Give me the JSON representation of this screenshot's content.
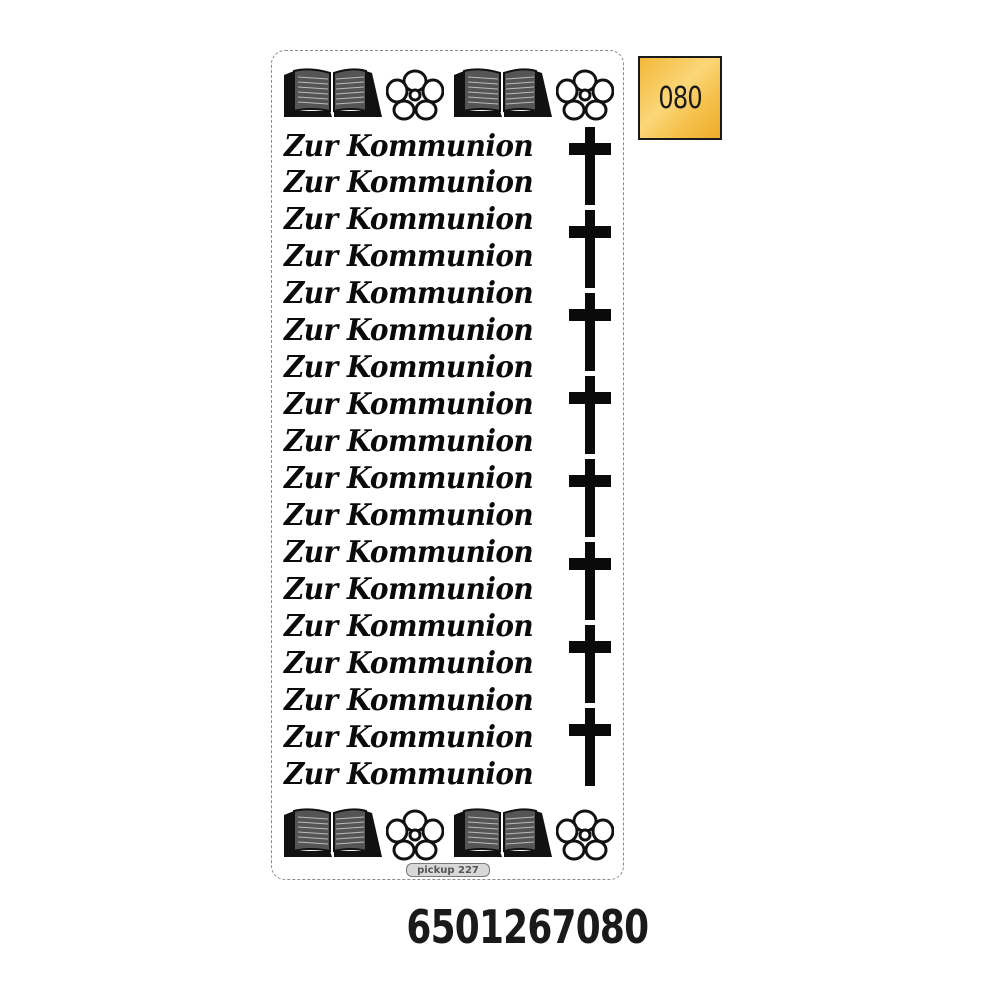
{
  "product": {
    "sheet_text_lines": [
      "Zur Kommunion",
      "Zur Kommunion",
      "Zur Kommunion",
      "Zur Kommunion",
      "Zur Kommunion",
      "Zur Kommunion",
      "Zur Kommunion",
      "Zur Kommunion",
      "Zur Kommunion",
      "Zur Kommunion",
      "Zur Kommunion",
      "Zur Kommunion",
      "Zur Kommunion",
      "Zur Kommunion",
      "Zur Kommunion",
      "Zur Kommunion",
      "Zur Kommunion",
      "Zur Kommunion"
    ],
    "line_0": "Zur Kommunion",
    "line_1": "Zur Kommunion",
    "line_2": "Zur Kommunion",
    "line_3": "Zur Kommunion",
    "line_4": "Zur Kommunion",
    "line_5": "Zur Kommunion",
    "line_6": "Zur Kommunion",
    "line_7": "Zur Kommunion",
    "line_8": "Zur Kommunion",
    "line_9": "Zur Kommunion",
    "line_10": "Zur Kommunion",
    "line_11": "Zur Kommunion",
    "line_12": "Zur Kommunion",
    "line_13": "Zur Kommunion",
    "line_14": "Zur Kommunion",
    "line_15": "Zur Kommunion",
    "line_16": "Zur Kommunion",
    "line_17": "Zur Kommunion",
    "cross_count": 8,
    "top_icons": [
      "book-icon",
      "flower-icon",
      "book-icon",
      "flower-icon"
    ],
    "bottom_icons": [
      "book-icon",
      "flower-icon",
      "book-icon",
      "flower-icon"
    ],
    "brand_label": "pickup 227",
    "color_code": "080",
    "color_swatch_hex": "#f5c14b",
    "article_number": "6501267080"
  }
}
